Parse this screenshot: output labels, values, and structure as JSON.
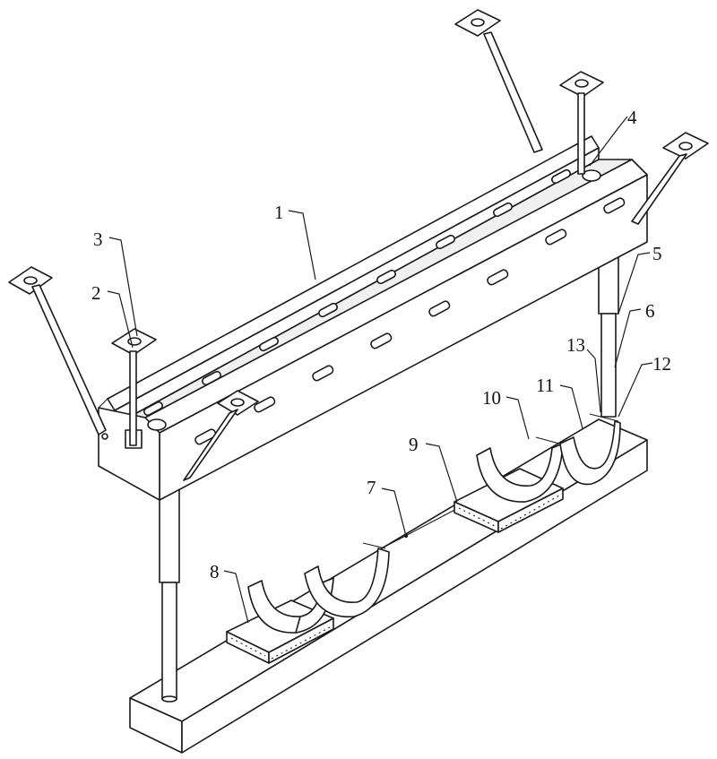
{
  "figure": {
    "labels": [
      "1",
      "2",
      "3",
      "4",
      "5",
      "6",
      "7",
      "8",
      "9",
      "10",
      "11",
      "12",
      "13"
    ]
  },
  "colors": {
    "line": "#1a1a1a",
    "background": "#ffffff"
  }
}
